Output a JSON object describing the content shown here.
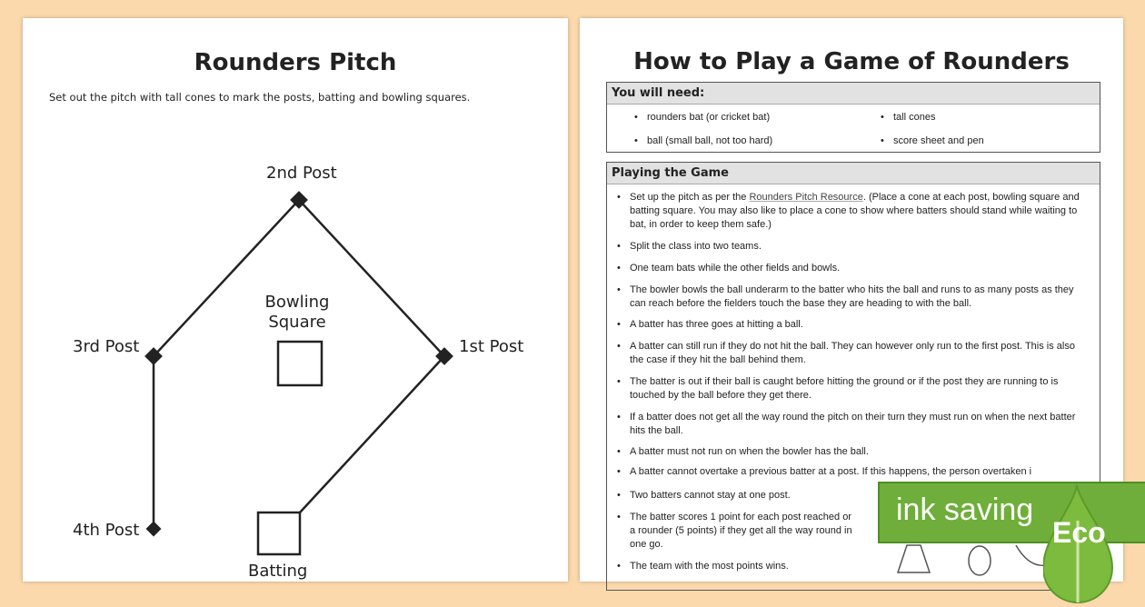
{
  "left_page": {
    "title": "Rounders Pitch",
    "intro": "Set out the pitch with tall cones to mark the posts, batting and bowling squares.",
    "labels": {
      "post2": "2nd Post",
      "post1": "1st Post",
      "post3": "3rd Post",
      "post4": "4th Post",
      "bowling": "Bowling Square",
      "batting": "Batting"
    }
  },
  "right_page": {
    "title": "How to Play a Game of Rounders",
    "need": {
      "heading": "You will need:",
      "items": [
        "rounders bat (or cricket bat)",
        "tall cones",
        "ball (small ball, not too hard)",
        "score sheet and pen"
      ]
    },
    "playing": {
      "heading": "Playing the Game",
      "first_pre": "Set up the pitch as per the ",
      "first_link": "Rounders Pitch Resource",
      "first_post": ". (Place a cone at each post, bowling square and batting square. You may also like to place a cone to show where batters should stand while waiting to bat, in order to keep them safe.)",
      "items": [
        "Split the class into two teams.",
        "One team bats while the other fields and bowls.",
        "The bowler bowls the ball underarm to the batter who hits the ball and runs to as many posts as they can reach before the fielders touch the base they are heading to with the ball.",
        "A batter has three goes at hitting a ball.",
        "A batter can still run if they do not hit the ball. They can however only run to the first post. This is also the case if they hit the ball behind them.",
        "The batter is out if their ball is caught before hitting the ground or if the post they are running to is touched by the ball before they get there.",
        "If a batter does not get all the way round the pitch on their turn they must run on when the next batter hits the ball.",
        "A batter must not run on when the bowler has the ball.",
        "A batter cannot overtake a previous batter at a post. If this happens, the person overtaken i",
        "Two batters cannot stay at one post.",
        "The batter scores 1 point for each post reached or a rounder (5 points) if they get all the way round in one go.",
        "The team with the most points wins."
      ]
    }
  },
  "badge": {
    "text": "ink saving",
    "eco": "Eco",
    "color": "#6fae3a"
  }
}
